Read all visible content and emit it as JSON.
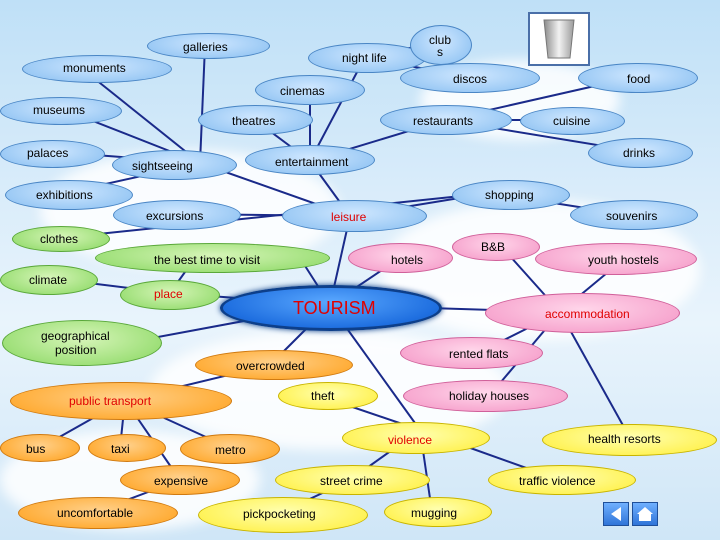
{
  "center": "TOURISM",
  "nodes": {
    "galleries": "galleries",
    "night_life": "night life",
    "clubs_top": "club",
    "clubs_bottom": "s",
    "monuments": "monuments",
    "discos": "discos",
    "food": "food",
    "cinemas": "cinemas",
    "museums": "museums",
    "theatres": "theatres",
    "restaurants": "restaurants",
    "cuisine": "cuisine",
    "palaces": "palaces",
    "drinks": "drinks",
    "sightseeing": "sightseeing",
    "entertainment": "entertainment",
    "exhibitions": "exhibitions",
    "shopping": "shopping",
    "excursions": "excursions",
    "leisure": "leisure",
    "souvenirs": "souvenirs",
    "clothes": "clothes",
    "b_and_b": "B&B",
    "best_time": "the best time to visit",
    "hotels": "hotels",
    "youth_hostels": "youth hostels",
    "climate": "climate",
    "place": "place",
    "accommodation": "accommodation",
    "geo_top": "geographical",
    "geo_bottom": "position",
    "rented_flats": "rented flats",
    "overcrowded": "overcrowded",
    "theft": "theft",
    "public_transport": "public transport",
    "holiday_houses": "holiday houses",
    "bus": "bus",
    "taxi": "taxi",
    "metro": "metro",
    "violence": "violence",
    "health_resorts": "health resorts",
    "expensive": "expensive",
    "street_crime": "street crime",
    "traffic_violence": "traffic violence",
    "uncomfortable": "uncomfortable",
    "pickpocketing": "pickpocketing",
    "mugging": "mugging"
  },
  "colors": {
    "link": "#1a2a8a",
    "center": "#1f6fe0",
    "red_label": "#e00000"
  },
  "icons": {
    "glass": "glass-icon",
    "back": "back-arrow-icon",
    "home": "home-icon"
  }
}
